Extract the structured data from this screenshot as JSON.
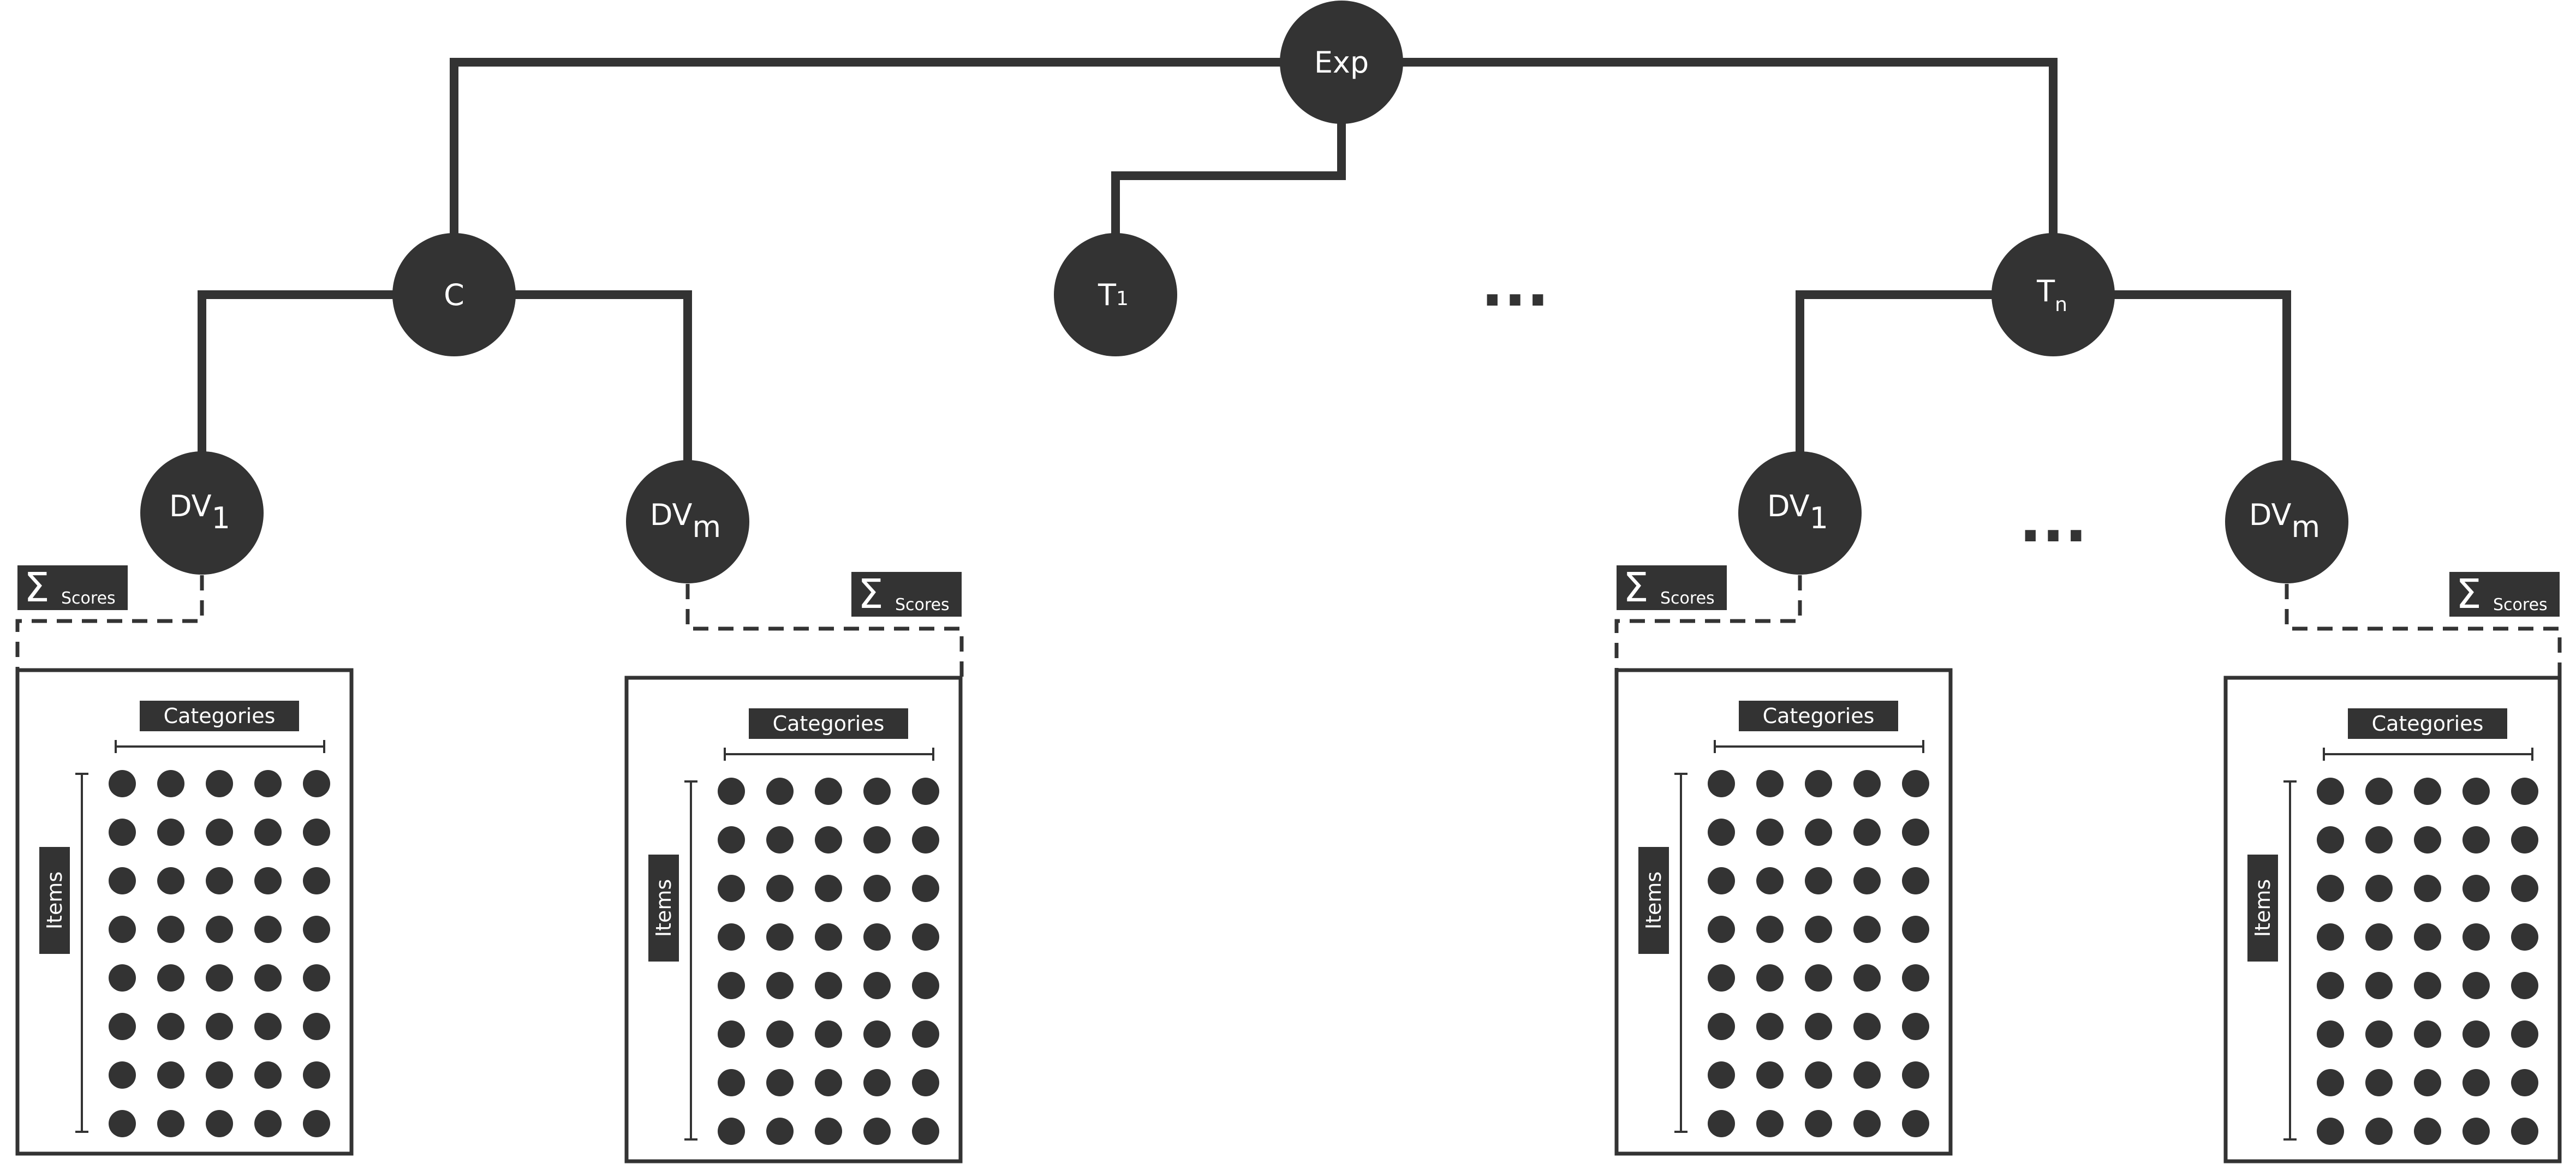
{
  "colors": {
    "ink": "#333333",
    "paper": "#ffffff"
  },
  "ellipsis": "...",
  "nodes": {
    "exp": {
      "label": "Exp"
    },
    "c": {
      "label": "C"
    },
    "t1": {
      "label": "T",
      "sub": "1"
    },
    "tn": {
      "label": "T",
      "sub": "n"
    },
    "dv1_c": {
      "label": "DV",
      "sub": "1"
    },
    "dvm_c": {
      "label": "DV",
      "sub": "m"
    },
    "dv1_tn": {
      "label": "DV",
      "sub": "1"
    },
    "dvm_tn": {
      "label": "DV",
      "sub": "m"
    }
  },
  "panels": [
    {
      "sum_symbol": "Σ",
      "sum_label": "Scores",
      "categories_label": "Categories",
      "items_label": "Items",
      "rows": 8,
      "cols": 5
    },
    {
      "sum_symbol": "Σ",
      "sum_label": "Scores",
      "categories_label": "Categories",
      "items_label": "Items",
      "rows": 8,
      "cols": 5
    },
    {
      "sum_symbol": "Σ",
      "sum_label": "Scores",
      "categories_label": "Categories",
      "items_label": "Items",
      "rows": 8,
      "cols": 5
    },
    {
      "sum_symbol": "Σ",
      "sum_label": "Scores",
      "categories_label": "Categories",
      "items_label": "Items",
      "rows": 8,
      "cols": 5
    }
  ]
}
